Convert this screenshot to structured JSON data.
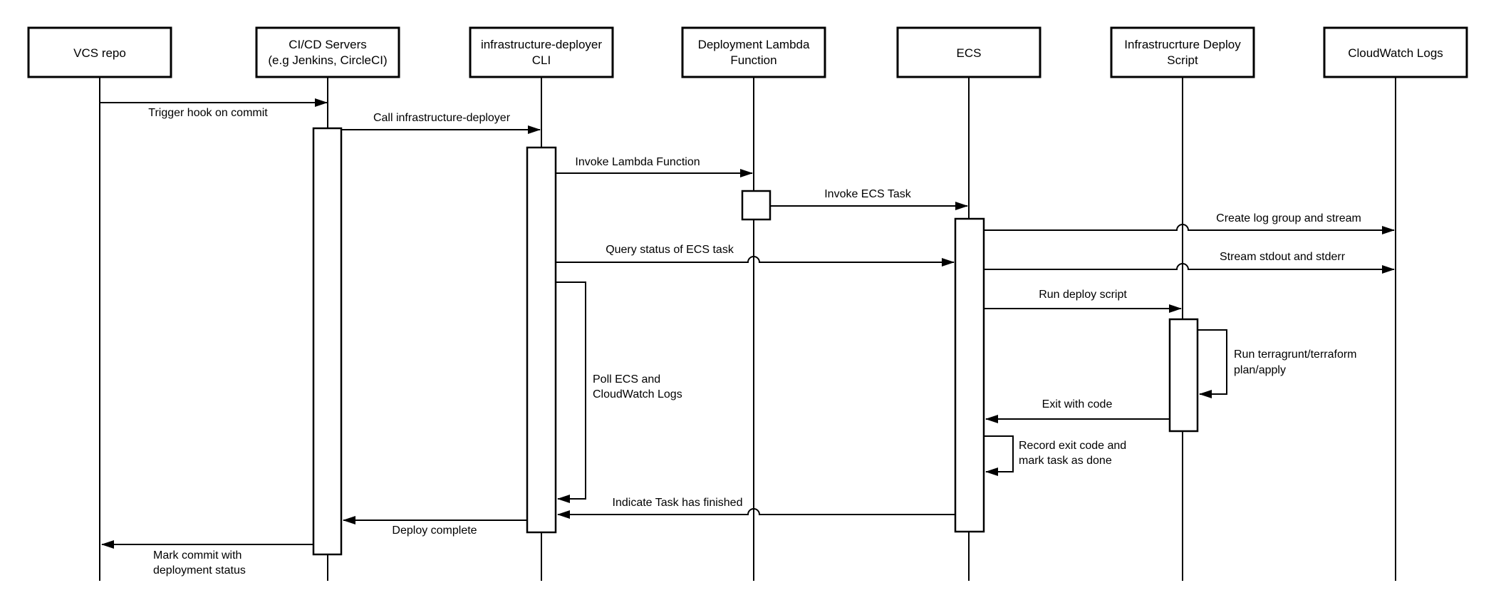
{
  "diagram": {
    "kind": "uml-sequence-diagram",
    "colors": {
      "background": "#ffffff",
      "stroke": "#000000",
      "text": "#000000"
    },
    "actors": [
      {
        "id": "vcs-repo",
        "lines": [
          "VCS repo"
        ]
      },
      {
        "id": "cicd-servers",
        "lines": [
          "CI/CD Servers",
          "(e.g Jenkins, CircleCI)"
        ]
      },
      {
        "id": "infrastructure-deployer-cli",
        "lines": [
          "infrastructure-deployer",
          "CLI"
        ]
      },
      {
        "id": "deployment-lambda-function",
        "lines": [
          "Deployment Lambda",
          "Function"
        ]
      },
      {
        "id": "ecs",
        "lines": [
          "ECS"
        ]
      },
      {
        "id": "infrastructure-deploy-script",
        "lines": [
          "Infrastrucrture Deploy",
          "Script"
        ]
      },
      {
        "id": "cloudwatch-logs",
        "lines": [
          "CloudWatch Logs"
        ]
      }
    ],
    "messages": [
      {
        "label": "Trigger hook on commit",
        "from": "vcs-repo",
        "to": "cicd-servers"
      },
      {
        "label": "Call infrastructure-deployer",
        "from": "cicd-servers",
        "to": "infrastructure-deployer-cli"
      },
      {
        "label": "Invoke Lambda Function",
        "from": "infrastructure-deployer-cli",
        "to": "deployment-lambda-function"
      },
      {
        "label": "Invoke ECS Task",
        "from": "deployment-lambda-function",
        "to": "ecs"
      },
      {
        "label": "Create log group and stream",
        "from": "ecs",
        "to": "cloudwatch-logs"
      },
      {
        "label": "Query status of ECS task",
        "from": "infrastructure-deployer-cli",
        "to": "ecs"
      },
      {
        "label": "Stream stdout and stderr",
        "from": "ecs",
        "to": "cloudwatch-logs"
      },
      {
        "label": "Run deploy script",
        "from": "ecs",
        "to": "infrastructure-deploy-script"
      },
      {
        "lines": [
          "Run terragrunt/terraform",
          "plan/apply"
        ],
        "from": "infrastructure-deploy-script",
        "to": "infrastructure-deploy-script",
        "self": true
      },
      {
        "label": "Exit with code",
        "from": "infrastructure-deploy-script",
        "to": "ecs"
      },
      {
        "lines": [
          "Record exit code and",
          "mark task as done"
        ],
        "from": "ecs",
        "to": "ecs",
        "self": true
      },
      {
        "lines": [
          "Poll ECS and",
          "CloudWatch Logs"
        ],
        "from": "infrastructure-deployer-cli",
        "to": "infrastructure-deployer-cli",
        "self": true
      },
      {
        "label": "Indicate Task has finished",
        "from": "ecs",
        "to": "infrastructure-deployer-cli"
      },
      {
        "label": "Deploy complete",
        "from": "infrastructure-deployer-cli",
        "to": "cicd-servers"
      },
      {
        "lines": [
          "Mark commit with",
          "deployment status"
        ],
        "from": "cicd-servers",
        "to": "vcs-repo"
      }
    ]
  }
}
